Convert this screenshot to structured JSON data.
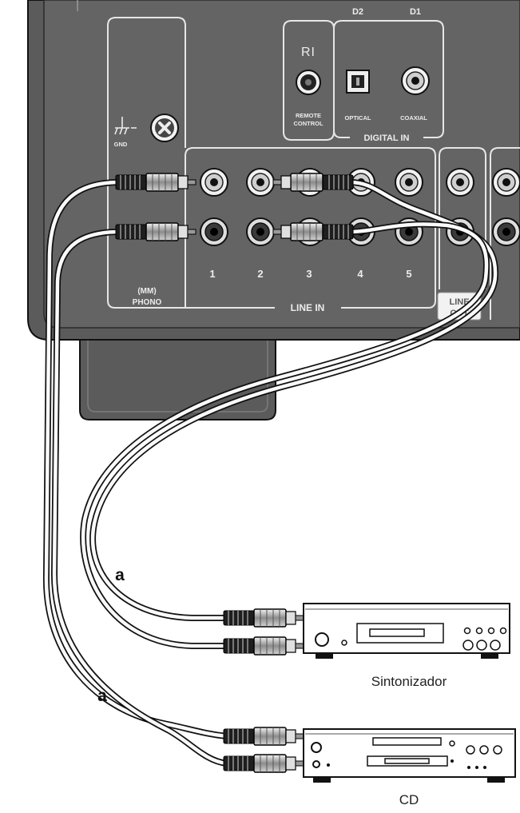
{
  "panel": {
    "remote": {
      "logo": "RI",
      "label_line1": "REMOTE",
      "label_line2": "CONTROL"
    },
    "digital_in": {
      "title": "DIGITAL IN",
      "d2": "D2",
      "d1": "D1",
      "optical": "OPTICAL",
      "coaxial": "COAXIAL"
    },
    "gnd": "GND",
    "phono": {
      "line1": "(MM)",
      "line2": "PHONO"
    },
    "line_in": {
      "title": "LINE IN",
      "numbers": [
        "1",
        "2",
        "3",
        "4",
        "5"
      ]
    },
    "line_out": {
      "line1": "LINE",
      "line2": "OUT"
    }
  },
  "cable_labels": [
    "a",
    "a"
  ],
  "devices": {
    "tuner": "Sintonizador",
    "cd": "CD"
  }
}
